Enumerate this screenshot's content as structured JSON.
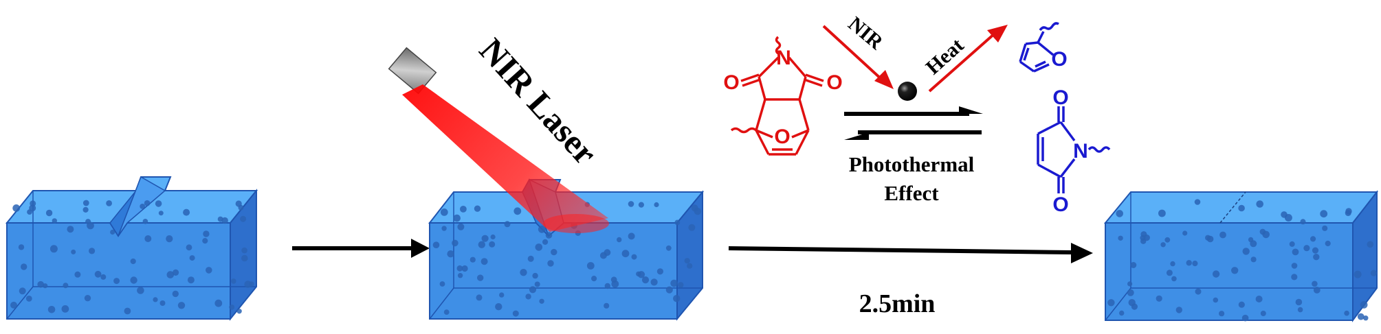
{
  "labels": {
    "laser": "NIR Laser",
    "nir": "NIR",
    "heat": "Heat",
    "effect_line1": "Photothermal",
    "effect_line2": "Effect",
    "time": "2.5min"
  },
  "atoms": {
    "oxygen": "O",
    "nitrogen": "N"
  },
  "colors": {
    "gel_front": "#3f8fe6",
    "gel_top": "#5ab0f8",
    "gel_side": "#2e6fcc",
    "gel_edge": "#1f55b0",
    "gel_dot": "#2a64b5",
    "laser_beam": "#ff0000",
    "adduct": "#e01010",
    "products": "#1a1ad0",
    "arrow": "#000000",
    "nir_arrow": "#e01010"
  },
  "icons": [
    "laser-emitter-icon",
    "nanoparticle-icon"
  ]
}
